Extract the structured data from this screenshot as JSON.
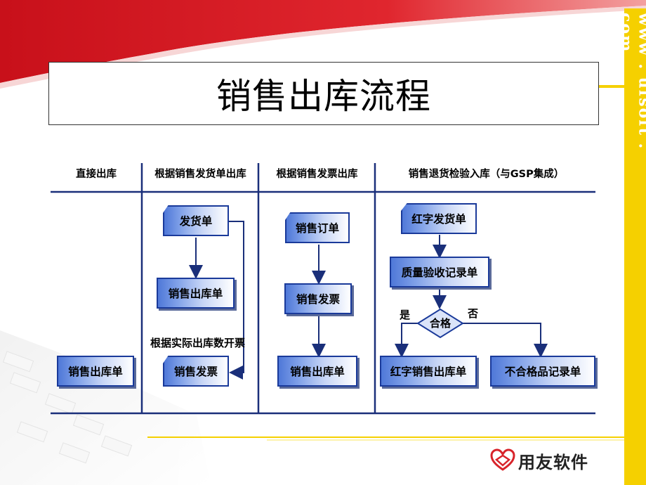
{
  "title": "销售出库流程",
  "side_text": "www . ufsoft . com",
  "brand": {
    "logo_text": "用友软件",
    "accent": "#d8232a",
    "strip_color": "#f5d000"
  },
  "lanes": [
    {
      "header": "直接出库"
    },
    {
      "header": "根据销售发货单出库"
    },
    {
      "header": "根据销售发票出库"
    },
    {
      "header": "销售退货检验入库（与GSP集成）"
    }
  ],
  "nodes": {
    "direct_out": "销售出库单",
    "lane2_ship": "发货单",
    "lane2_out": "销售出库单",
    "lane2_invoice": "销售发票",
    "lane3_order": "销售订单",
    "lane3_invoice": "销售发票",
    "lane3_out": "销售出库单",
    "lane4_red_ship": "红字发货单",
    "lane4_quality": "质量验收记录单",
    "lane4_decision": "合格",
    "lane4_red_out": "红字销售出库单",
    "lane4_reject": "不合格品记录单"
  },
  "labels": {
    "note_invoice": "根据实际出库数开票",
    "yes": "是",
    "no": "否"
  },
  "colors": {
    "line": "#1a2f7a",
    "node_border": "#1a3a9a"
  }
}
